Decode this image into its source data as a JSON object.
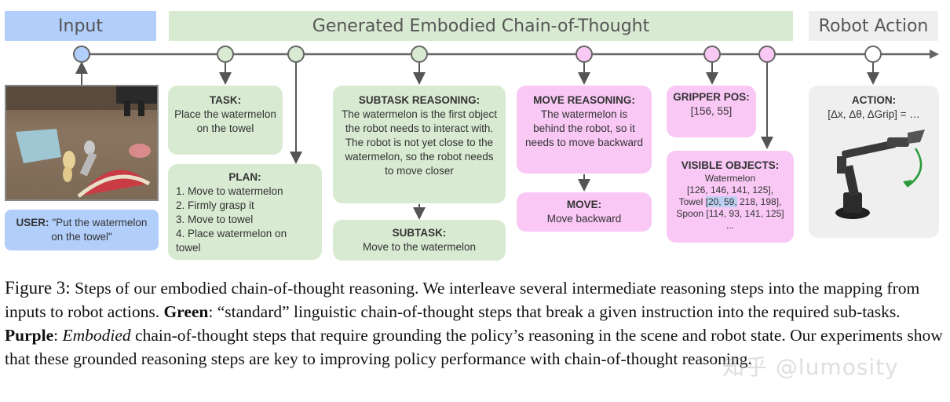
{
  "headers": {
    "input": "Input",
    "cot": "Generated Embodied Chain-of-Thought",
    "action": "Robot Action"
  },
  "colors": {
    "input": "#b2cffb",
    "cot_standard": "#d8ead2",
    "cot_embodied": "#f9c8f5",
    "action": "#efefef"
  },
  "user": {
    "label": "USER:",
    "text": "\"Put the watermelon on the towel\""
  },
  "task": {
    "label": "TASK:",
    "text": "Place the watermelon on the towel"
  },
  "plan": {
    "label": "PLAN:",
    "steps": [
      "1. Move to watermelon",
      "2. Firmly grasp it",
      "3. Move to towel",
      "4. Place watermelon on towel"
    ]
  },
  "subtask_reasoning": {
    "label": "SUBTASK REASONING:",
    "text": "The watermelon is the first object the robot needs to interact with. The robot is not yet close to the watermelon, so the robot needs to move closer"
  },
  "subtask": {
    "label": "SUBTASK:",
    "text": "Move to the watermelon"
  },
  "move_reasoning": {
    "label": "MOVE REASONING:",
    "text": "The watermelon is behind the robot, so it needs to move backward"
  },
  "move": {
    "label": "MOVE:",
    "text": "Move backward"
  },
  "gripper": {
    "label": "GRIPPER POS:",
    "text": "[156, 55]"
  },
  "visible": {
    "label": "VISIBLE OBJECTS:",
    "line1": "Watermelon",
    "line2": "[126, 146, 141, 125],",
    "line3_pre": "Towel ",
    "line3_hl": "[20, 59,",
    "line3_post": " 218, 198],",
    "line4": "Spoon [114, 93, 141, 125]",
    "line5": "..."
  },
  "action": {
    "label": "ACTION:",
    "text": "[Δx, Δθ, ΔGrip] = …"
  },
  "caption": {
    "label": "Figure 3:",
    "s1": " Steps of our embodied chain-of-thought reasoning. We interleave several intermediate reasoning steps into the mapping from inputs to robot actions. ",
    "green": "Green",
    "s2": ": “standard” linguistic chain-of-thought steps that break a given instruction into the required sub-tasks. ",
    "purple": "Purple",
    "s3": ": ",
    "embodied": "Embodied",
    "s4": " chain-of-thought steps that require grounding the policy’s reasoning in the scene and robot state. Our experiments show that these grounded reasoning steps are key to improving policy performance with chain-of-thought reasoning."
  },
  "watermark": "知乎 @lumosity"
}
